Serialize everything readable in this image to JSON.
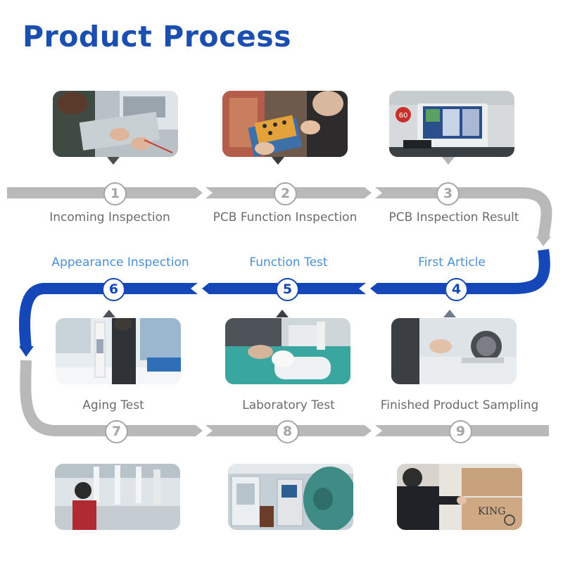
{
  "title": "Product Process",
  "colors": {
    "title": "#1a4fb0",
    "gray_track": "#b9b9b9",
    "blue_track": "#1547b8",
    "blue_caption": "#4a8fd8",
    "gray_caption": "#6b6b6b"
  },
  "steps": [
    {
      "number": "1",
      "label": "Incoming Inspection"
    },
    {
      "number": "2",
      "label": "PCB Function Inspection"
    },
    {
      "number": "3",
      "label": "PCB Inspection Result"
    },
    {
      "number": "4",
      "label": "First Article"
    },
    {
      "number": "5",
      "label": "Function Test"
    },
    {
      "number": "6",
      "label": "Appearance Inspection"
    },
    {
      "number": "7",
      "label": "Aging Test"
    },
    {
      "number": "8",
      "label": "Laboratory Test"
    },
    {
      "number": "9",
      "label": "Finished Product Sampling"
    }
  ],
  "box_label": "KING",
  "monitor_badge": "60"
}
